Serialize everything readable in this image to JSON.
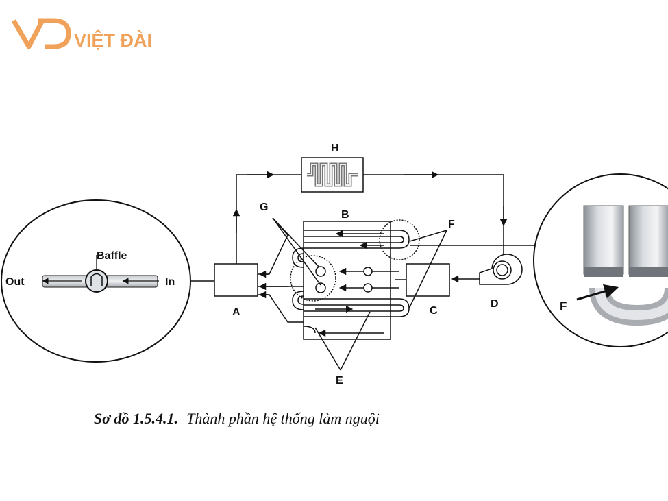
{
  "logo": {
    "text": "VIỆT ĐÀI",
    "color": "#f0a25a",
    "icon": "vd-monogram-logo"
  },
  "diagram": {
    "labels": {
      "A": "A",
      "B": "B",
      "C": "C",
      "D": "D",
      "E": "E",
      "F": "F",
      "G": "G",
      "H": "H"
    },
    "detail_left": {
      "baffle": "Baffle",
      "out": "Out",
      "in": "In"
    },
    "detail_right": {
      "label": "F"
    }
  },
  "caption": {
    "prefix": "Sơ đồ 1.5.4.1.",
    "text": "Thành phần hệ thống làm nguội"
  }
}
